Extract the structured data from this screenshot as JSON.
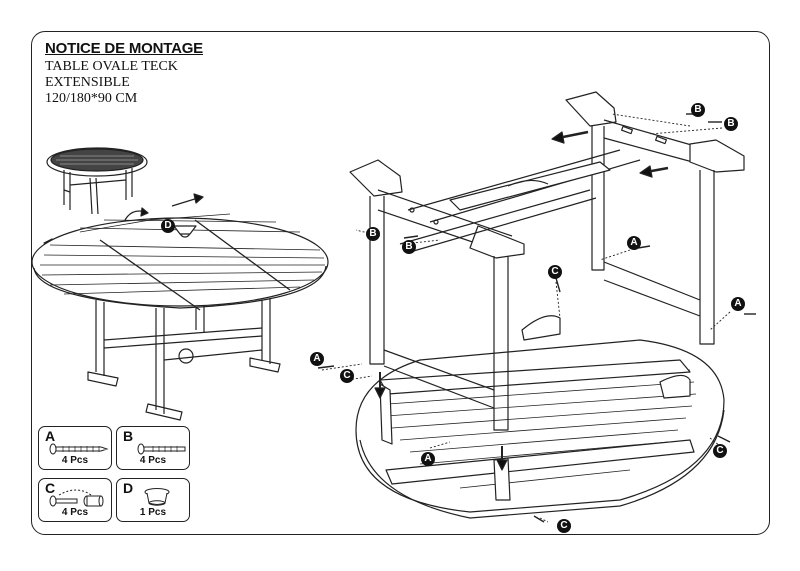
{
  "header": {
    "title": "NOTICE DE MONTAGE",
    "line1": "TABLE OVALE TECK",
    "line2": "EXTENSIBLE",
    "line3": "120/180*90 CM"
  },
  "parts": [
    {
      "letter": "A",
      "qty": "4 Pcs",
      "icon": "screw-icon"
    },
    {
      "letter": "B",
      "qty": "4 Pcs",
      "icon": "bolt-icon"
    },
    {
      "letter": "C",
      "qty": "4 Pcs",
      "icon": "bolt-nut-icon"
    },
    {
      "letter": "D",
      "qty": "1 Pcs",
      "icon": "cap-icon"
    }
  ],
  "callouts": {
    "A": "A",
    "B": "B",
    "C": "C",
    "D": "D"
  },
  "colors": {
    "line": "#222222",
    "callout_bg": "#111111"
  }
}
